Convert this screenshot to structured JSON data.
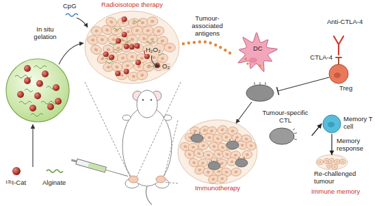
{
  "diagram": {
    "nodes": [
      {
        "text": [
          "Radioisotope therapy"
        ]
      },
      {
        "text": [
          "DC"
        ]
      },
      {
        "text": [
          "Treg"
        ]
      },
      {
        "text": [
          "Tumour-specific CTL"
        ]
      },
      {
        "text": [
          "Immunotherapy"
        ]
      },
      {
        "text": [
          "Memory T cell"
        ]
      },
      {
        "text": [
          "Re-challenged tumour"
        ]
      }
    ],
    "edges": [
      {
        "from": 0,
        "to": 1,
        "arrow": "none",
        "label": "Tumour-associated antigens"
      },
      {
        "from": 3,
        "to": 5,
        "arrow": "to"
      },
      {
        "from": 5,
        "to": 6,
        "arrow": "to",
        "label": "Memory response"
      }
    ],
    "labels": [
      "CpG",
      "In situ gelation",
      "H₂O₂",
      "O₂",
      "Anti-CTLA-4",
      "CTLA-4",
      "¹³¹I-Cat",
      "Alginate",
      "Immune memory"
    ]
  }
}
